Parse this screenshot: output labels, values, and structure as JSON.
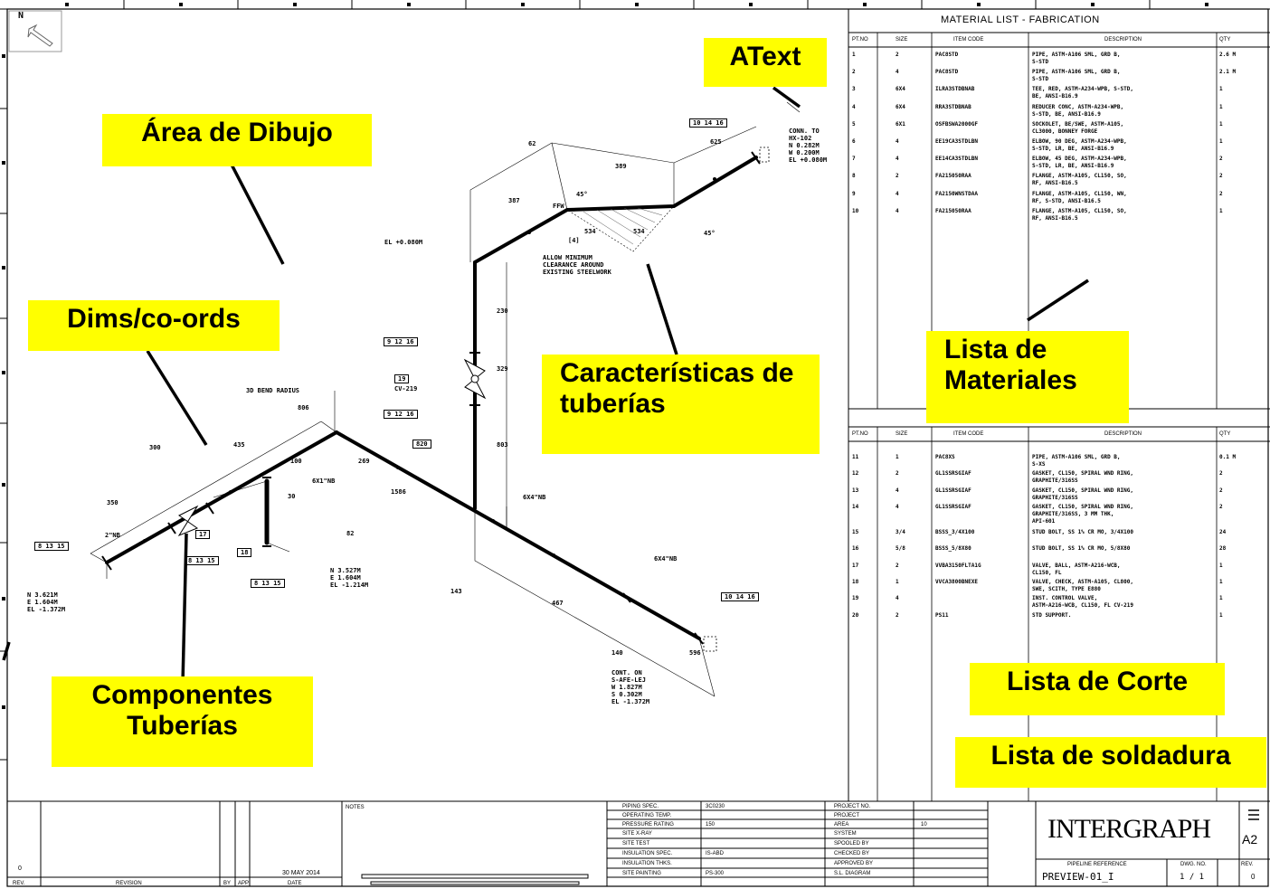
{
  "callouts": {
    "atext": "AText",
    "area_dibujo": "Área de Dibujo",
    "dims": "Dims/co-ords",
    "caracteristicas": "Características de tuberías",
    "lista_materiales": "Lista de Materiales",
    "componentes": "Componentes Tuberías",
    "lista_corte": "Lista de Corte",
    "lista_soldadura": "Lista de soldadura"
  },
  "north": "N",
  "material_list": {
    "title": "MATERIAL LIST - FABRICATION",
    "headers": [
      "PT.NO",
      "SIZE",
      "ITEM CODE",
      "DESCRIPTION",
      "QTY"
    ],
    "rows": [
      [
        "1",
        "2",
        "PAC8STD",
        "PIPE, ASTM-A106 SML, GRD B,\nS-STD",
        "2.6 M"
      ],
      [
        "2",
        "4",
        "PAC8STD",
        "PIPE, ASTM-A106 SML, GRD B,\nS-STD",
        "2.1 M"
      ],
      [
        "3",
        "6X4",
        "ILRA3STDBNAB",
        "TEE, RED, ASTM-A234-WPB, S-STD,\nBE, ANSI-B16.9",
        "1"
      ],
      [
        "4",
        "6X4",
        "RRA3STDBNAB",
        "REDUCER CONC, ASTM-A234-WPB,\nS-STD, BE, ANSI-B16.9",
        "1"
      ],
      [
        "5",
        "6X1",
        "OSFBSWA2000GF",
        "SOCKOLET, BE/SWE, ASTM-A105,\nCL3000, BONNEY FORGE",
        "1"
      ],
      [
        "6",
        "4",
        "EE19CA3STDLBN",
        "ELBOW, 90 DEG, ASTM-A234-WPB,\nS-STD, LR, BE, ANSI-B16.9",
        "1"
      ],
      [
        "7",
        "4",
        "EE14CA3STDLBN",
        "ELBOW, 45 DEG, ASTM-A234-WPB,\nS-STD, LR, BE, ANSI-B16.9",
        "2"
      ],
      [
        "8",
        "2",
        "FA215050RAA",
        "FLANGE, ASTM-A105, CL150, SO,\nRF, ANSI-B16.5",
        "2"
      ],
      [
        "9",
        "4",
        "FA2150WNSTDAA",
        "FLANGE, ASTM-A105, CL150, WN,\nRF, S-STD, ANSI-B16.5",
        "2"
      ],
      [
        "10",
        "4",
        "FA215050RAA",
        "FLANGE, ASTM-A105, CL150, SO,\nRF, ANSI-B16.5",
        "1"
      ]
    ]
  },
  "erection_list": {
    "title_suffix": "N",
    "headers": [
      "PT.NO",
      "SIZE",
      "ITEM CODE",
      "DESCRIPTION",
      "QTY"
    ],
    "rows": [
      [
        "11",
        "1",
        "PAC8XS",
        "PIPE, ASTM-A106 SML, GRD B,\nS-XS",
        "0.1 M"
      ],
      [
        "12",
        "2",
        "GL1SSRSGIAF",
        "GASKET, CL150, SPIRAL WND RING,\nGRAPHITE/316SS",
        "2"
      ],
      [
        "13",
        "4",
        "GL1SSRSGIAF",
        "GASKET, CL150, SPIRAL WND RING,\nGRAPHITE/316SS",
        "2"
      ],
      [
        "14",
        "4",
        "GL1SSRSGIAF",
        "GASKET, CL150, SPIRAL WND RING,\nGRAPHITE/316SS, 3 MM THK,\nAPI-601",
        "2"
      ],
      [
        "15",
        "3/4",
        "BSSS_3/4X100",
        "STUD BOLT, SS 1% CR MO, 3/4X100",
        "24"
      ],
      [
        "16",
        "5/8",
        "BSSS_5/8X80",
        "STUD BOLT, SS 1% CR MO, 5/8X80",
        "28"
      ],
      [
        "17",
        "2",
        "VVBA3150FLTA1G",
        "VALVE, BALL, ASTM-A216-WCB,\nCL150, FL",
        "1"
      ],
      [
        "18",
        "1",
        "VVCA3800BNEXE",
        "VALVE, CHECK, ASTM-A105, CL800,\nSWE, SCITH, TYPE E880",
        "1"
      ],
      [
        "19",
        "4",
        "",
        "INST. CONTROL VALVE,\nASTM-A216-WCB, CL150, FL CV-219",
        "1"
      ],
      [
        "20",
        "2",
        "PS11",
        "STD SUPPORT.",
        "1"
      ]
    ]
  },
  "drawing": {
    "notes": {
      "conn_top": "CONN. TO\nHX-102\nN 0.282M\nW 0.200M\nEL +0.080M",
      "box_top": "10 14 16",
      "dim_62": "62",
      "dim_389": "389",
      "dim_625": "625",
      "dim_387": "387",
      "dim_534a": "534",
      "dim_534b": "534",
      "deg1": "45°",
      "deg2": "45°",
      "ffw": "FFW",
      "tag4": "[4]",
      "el_080": "EL +0.080M",
      "allow": "ALLOW MINIMUM\nCLEARANCE AROUND\nEXISTING STEELWORK",
      "dim_230": "230",
      "dim_329": "329",
      "dim_803": "803",
      "box_9_12_16a": "9 12 16",
      "box_19": "19",
      "cv219": "CV-219",
      "box_9_12_16b": "9 12 16",
      "bend": "3D BEND RADIUS",
      "dim_806": "806",
      "dim_435": "435",
      "dim_300": "300",
      "dim_350": "350",
      "dim_100": "100",
      "dim_269": "269",
      "dim_1586": "1586",
      "box_820": "820",
      "tag_6x1": "6X1\"NB",
      "tag_6x4a": "6X4\"NB",
      "tag_6x4b": "6X4\"NB",
      "box_8_13_15a": "8 13 15",
      "box_8_13_15b": "8 13 15",
      "box_8_13_15c": "8 13 15",
      "box_10_14_16": "10 14 16",
      "box_17": "17",
      "box_18": "18",
      "tag_2nb": "2\"NB",
      "dim_82": "82",
      "dim_30": "30",
      "coord1": "N 3.527M\nE 1.604M\nEL -1.214M",
      "coord2": "N 3.621M\nE 1.604M\nEL -1.372M",
      "dim_143": "143",
      "dim_467": "467",
      "dim_596": "596",
      "dim_140": "140",
      "cont": "CONT. ON\nS-AFE-LEJ\nW 1.827M\nS 0.302M\nEL -1.372M"
    }
  },
  "title_block": {
    "rev_number": "0",
    "rev_date": "30 MAY 2014",
    "rev_label": "REV.",
    "revision_label": "REVISION",
    "by_label": "BY",
    "app_label": "APP",
    "date_label": "DATE",
    "notes_label": "NOTES",
    "fields_left": [
      {
        "label": "PIPING SPEC.",
        "value": "3C0230"
      },
      {
        "label": "OPERATING TEMP.",
        "value": ""
      },
      {
        "label": "PRESSURE RATING",
        "value": "150"
      },
      {
        "label": "SITE X-RAY",
        "value": ""
      },
      {
        "label": "SITE TEST",
        "value": ""
      },
      {
        "label": "INSULATION SPEC.",
        "value": "IS-ABD"
      },
      {
        "label": "INSULATION THKS.",
        "value": ""
      },
      {
        "label": "SITE PAINTING",
        "value": "PS-300"
      }
    ],
    "fields_right": [
      {
        "label": "PROJECT NO.",
        "value": ""
      },
      {
        "label": "PROJECT",
        "value": ""
      },
      {
        "label": "AREA",
        "value": "10"
      },
      {
        "label": "SYSTEM",
        "value": ""
      },
      {
        "label": "SPOOLED BY",
        "value": ""
      },
      {
        "label": "CHECKED BY",
        "value": ""
      },
      {
        "label": "APPROVED BY",
        "value": ""
      },
      {
        "label": "S.L. DIAGRAM",
        "value": ""
      }
    ],
    "logo": "INTERGRAPH",
    "sheet_size": "A2",
    "piping_ref_label": "PIPELINE REFERENCE",
    "piping_ref": "PREVIEW-01_I",
    "dwg_no_label": "DWG. NO.",
    "dwg_no": "1 / 1",
    "rev_short_label": "REV.",
    "rev_short": "0"
  }
}
